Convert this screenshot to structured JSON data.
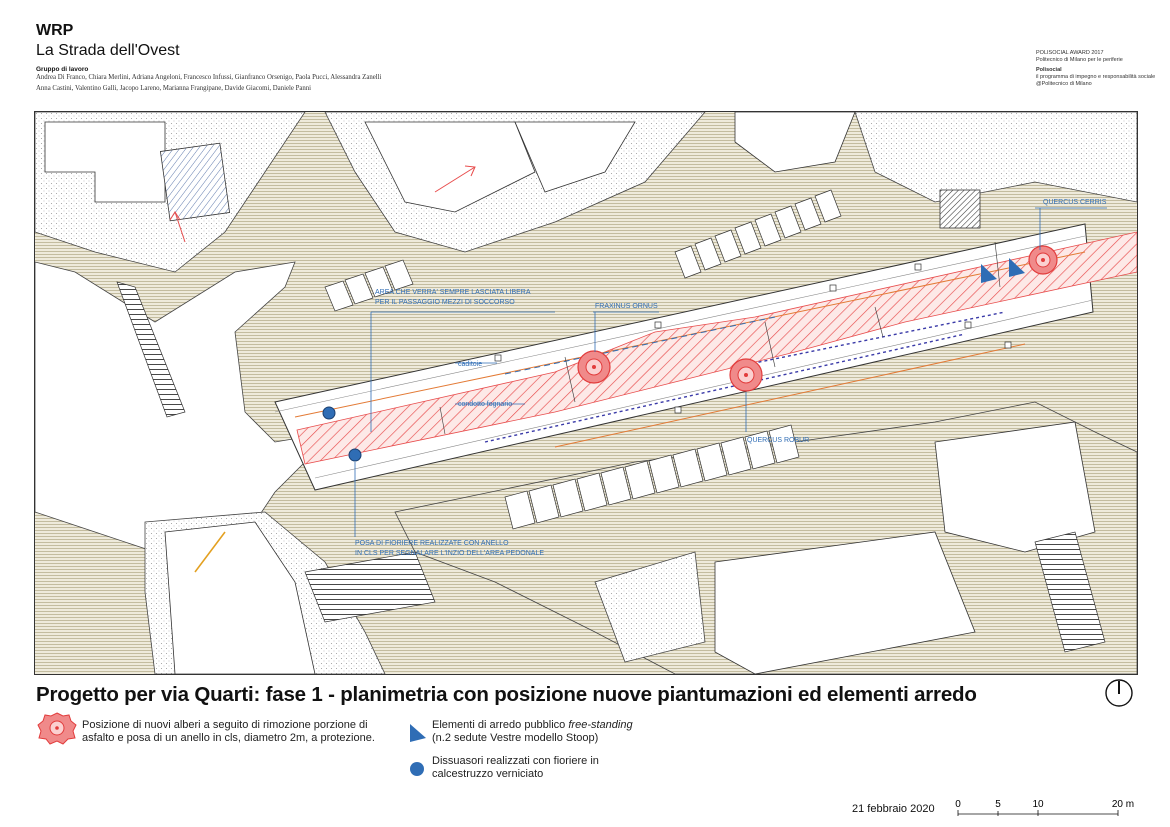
{
  "header": {
    "title": "WRP",
    "subtitle": "La Strada dell'Ovest",
    "team_label": "Gruppo di lavoro",
    "team_line1": "Andrea Di Franco, Chiara Merlini, Adriana Angeloni, Francesco Infussi, Gianfranco Orsenigo, Paola Pucci, Alessandra Zanelli",
    "team_line2": "Anna Castini, Valentino Galli, Jacopo Lareno, Marianna Frangipane, Davide Giacomi, Daniele Panni"
  },
  "award": {
    "line1": "POLISOCIAL AWARD 2017",
    "line2": "Politecnico di Milano per le periferie",
    "line3": "Polisocial",
    "line4": "il programma di impegno e responsabilità sociale",
    "line5": "@Politecnico di Milano"
  },
  "map_labels": {
    "area_line1": "AREA CHE VERRA' SEMPRE LASCIATA LIBERA",
    "area_line2": "PER IL PASSAGGIO MEZZI DI SOCCORSO",
    "fraxinus": "FRAXINUS ORNUS",
    "quercus_cerris": "QUERCUS CERRIS",
    "quercus_robur": "QUERCUS ROBUR",
    "caditoie": "caditoie",
    "condotto": "condotto fognario",
    "posa_line1": "POSA DI FIORIERE REALIZZATE CON ANELLO",
    "posa_line2": "IN CLS PER SEGNALARE L'INZIO DELL'AREA PEDONALE"
  },
  "main_title": "Progetto per via Quarti: fase 1 - planimetria con posizione nuove piantumazioni ed elementi arredo",
  "legend": {
    "trees_line1": "Posizione di nuovi alberi a seguito di rimozione porzione di",
    "trees_line2": "asfalto e posa di un anello in cls, diametro 2m, a protezione.",
    "furniture_prefix": "Elementi di arredo pubblico ",
    "furniture_italic": "free-standing",
    "furniture_line2": "(n.2 sedute Vestre modello Stoop)",
    "bollards_line1": "Dissuasori realizzati con fioriere in",
    "bollards_line2": "calcestruzzo verniciato"
  },
  "date": "21 febbraio 2020",
  "scale": {
    "t0": "0",
    "t5": "5",
    "t10": "10",
    "t20": "20 m"
  },
  "colors": {
    "accent_blue": "#2f6db5",
    "tree_red": "#e23c3c",
    "hatch_red": "#e84c4c",
    "terrain": "#c9c29a",
    "orange": "#e37a35"
  }
}
